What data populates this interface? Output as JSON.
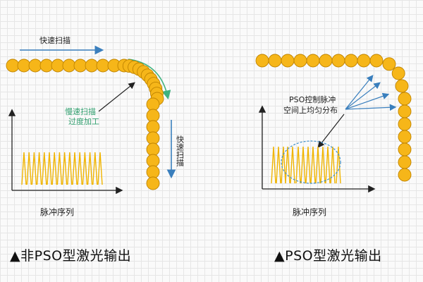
{
  "left_panel": {
    "fast_scan_label": "快速扫描",
    "slow_scan_label": "慢速扫描",
    "over_process_label": "过度加工",
    "vertical_fast_scan_label": "快速扫描",
    "pulse_sequence_label": "脉冲序列",
    "caption_marker": "▲",
    "caption_text": "非PSO型激光输出"
  },
  "right_panel": {
    "pso_label_line1": "PSO控制脉冲",
    "pso_label_line2": "空间上均匀分布",
    "pulse_sequence_label": "脉冲序列",
    "caption_marker": "▲",
    "caption_text": "PSO型激光输出"
  },
  "colors": {
    "circle_fill": "#f6b619",
    "circle_stroke": "#c08400",
    "pulse": "#f0b400",
    "axis": "#222222",
    "arrow_blue": "#3a7fbd",
    "arrow_green": "#3fb27f",
    "label_green": "#33a070",
    "pointer": "#222222",
    "ellipse": "#3f8fc8"
  },
  "icons": {
    "arrow": "arrow-right-icon",
    "triangle": "triangle-up-icon"
  }
}
